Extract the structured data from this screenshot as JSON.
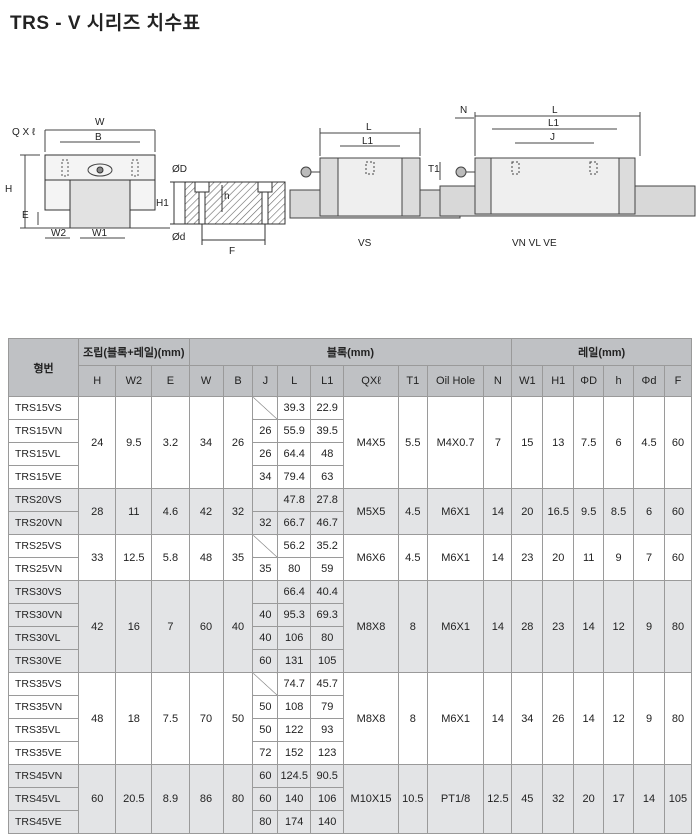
{
  "title": "TRS - V 시리즈 치수표",
  "drawing_labels": {
    "w": "W",
    "b": "B",
    "qxl": "Q X ℓ",
    "h": "H",
    "e": "E",
    "w2": "W2",
    "w1": "W1",
    "phi_d_large": "ØD",
    "h1": "H1",
    "h_small": "h",
    "phi_d_small": "Ød",
    "f": "F",
    "l": "L",
    "l1": "L1",
    "t1": "T1",
    "n": "N",
    "j": "J",
    "vs": "VS",
    "vn_vl_ve": "VN  VL  VE"
  },
  "table": {
    "group_headers": {
      "model": "형번",
      "assembly": "조립(블록+레일)(mm)",
      "block": "블록(mm)",
      "rail": "레일(mm)"
    },
    "columns": [
      "H",
      "W2",
      "E",
      "W",
      "B",
      "J",
      "L",
      "L1",
      "QXℓ",
      "T1",
      "Oil Hole",
      "N",
      "W1",
      "H1",
      "ΦD",
      "h",
      "Φd",
      "F"
    ],
    "groups": [
      {
        "shade": false,
        "models": [
          {
            "name": "TRS15VS",
            "J": "",
            "L": "39.3",
            "L1": "22.9"
          },
          {
            "name": "TRS15VN",
            "J": "26",
            "L": "55.9",
            "L1": "39.5"
          },
          {
            "name": "TRS15VL",
            "J": "26",
            "L": "64.4",
            "L1": "48"
          },
          {
            "name": "TRS15VE",
            "J": "34",
            "L": "79.4",
            "L1": "63"
          }
        ],
        "common": {
          "H": "24",
          "W2": "9.5",
          "E": "3.2",
          "W": "34",
          "B": "26",
          "QXl": "M4X5",
          "T1": "5.5",
          "Oil": "M4X0.7",
          "N": "7",
          "W1": "15",
          "H1": "13",
          "PhiD": "7.5",
          "h": "6",
          "Phid": "4.5",
          "F": "60"
        }
      },
      {
        "shade": true,
        "models": [
          {
            "name": "TRS20VS",
            "J": "",
            "L": "47.8",
            "L1": "27.8"
          },
          {
            "name": "TRS20VN",
            "J": "32",
            "L": "66.7",
            "L1": "46.7"
          }
        ],
        "common": {
          "H": "28",
          "W2": "11",
          "E": "4.6",
          "W": "42",
          "B": "32",
          "QXl": "M5X5",
          "T1": "4.5",
          "Oil": "M6X1",
          "N": "14",
          "W1": "20",
          "H1": "16.5",
          "PhiD": "9.5",
          "h": "8.5",
          "Phid": "6",
          "F": "60"
        }
      },
      {
        "shade": false,
        "models": [
          {
            "name": "TRS25VS",
            "J": "",
            "L": "56.2",
            "L1": "35.2"
          },
          {
            "name": "TRS25VN",
            "J": "35",
            "L": "80",
            "L1": "59"
          }
        ],
        "common": {
          "H": "33",
          "W2": "12.5",
          "E": "5.8",
          "W": "48",
          "B": "35",
          "QXl": "M6X6",
          "T1": "4.5",
          "Oil": "M6X1",
          "N": "14",
          "W1": "23",
          "H1": "20",
          "PhiD": "11",
          "h": "9",
          "Phid": "7",
          "F": "60"
        }
      },
      {
        "shade": true,
        "models": [
          {
            "name": "TRS30VS",
            "J": "",
            "L": "66.4",
            "L1": "40.4"
          },
          {
            "name": "TRS30VN",
            "J": "40",
            "L": "95.3",
            "L1": "69.3"
          },
          {
            "name": "TRS30VL",
            "J": "40",
            "L": "106",
            "L1": "80"
          },
          {
            "name": "TRS30VE",
            "J": "60",
            "L": "131",
            "L1": "105"
          }
        ],
        "common": {
          "H": "42",
          "W2": "16",
          "E": "7",
          "W": "60",
          "B": "40",
          "QXl": "M8X8",
          "T1": "8",
          "Oil": "M6X1",
          "N": "14",
          "W1": "28",
          "H1": "23",
          "PhiD": "14",
          "h": "12",
          "Phid": "9",
          "F": "80"
        }
      },
      {
        "shade": false,
        "models": [
          {
            "name": "TRS35VS",
            "J": "",
            "L": "74.7",
            "L1": "45.7"
          },
          {
            "name": "TRS35VN",
            "J": "50",
            "L": "108",
            "L1": "79"
          },
          {
            "name": "TRS35VL",
            "J": "50",
            "L": "122",
            "L1": "93"
          },
          {
            "name": "TRS35VE",
            "J": "72",
            "L": "152",
            "L1": "123"
          }
        ],
        "common": {
          "H": "48",
          "W2": "18",
          "E": "7.5",
          "W": "70",
          "B": "50",
          "QXl": "M8X8",
          "T1": "8",
          "Oil": "M6X1",
          "N": "14",
          "W1": "34",
          "H1": "26",
          "PhiD": "14",
          "h": "12",
          "Phid": "9",
          "F": "80"
        }
      },
      {
        "shade": true,
        "models": [
          {
            "name": "TRS45VN",
            "J": "60",
            "L": "124.5",
            "L1": "90.5"
          },
          {
            "name": "TRS45VL",
            "J": "60",
            "L": "140",
            "L1": "106"
          },
          {
            "name": "TRS45VE",
            "J": "80",
            "L": "174",
            "L1": "140"
          }
        ],
        "common": {
          "H": "60",
          "W2": "20.5",
          "E": "8.9",
          "W": "86",
          "B": "80",
          "QXl": "M10X15",
          "T1": "10.5",
          "Oil": "PT1/8",
          "N": "12.5",
          "W1": "45",
          "H1": "32",
          "PhiD": "20",
          "h": "17",
          "Phid": "14",
          "F": "105"
        }
      }
    ]
  }
}
